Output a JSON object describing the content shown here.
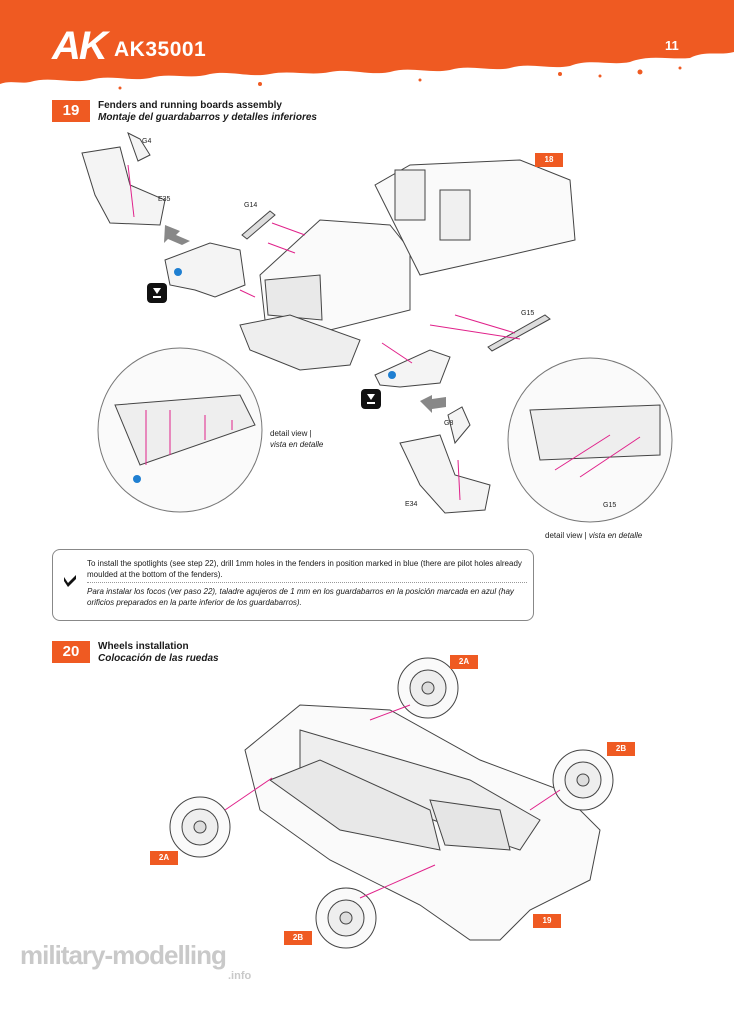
{
  "header": {
    "brand": "AK",
    "code": "AK35001",
    "page_number": "11",
    "accent_color": "#ef5a22"
  },
  "step19": {
    "number": "19",
    "title_en": "Fenders and running boards assembly",
    "title_es": "Montaje del guardabarros y detalles inferiores",
    "ref_badge": "18",
    "parts": {
      "g4": "G4",
      "e35": "E35",
      "g14": "G14",
      "g15": "G15",
      "g8": "G8",
      "e34": "E34",
      "g15_detail": "G15"
    },
    "detail_left_en": "detail view |",
    "detail_left_es": "vista en detalle",
    "detail_right_en": "detail view |",
    "detail_right_es": "vista en detalle"
  },
  "note": {
    "text_en": "To install the spotlights (see step 22), drill 1mm holes in the fenders in position marked in blue (there are pilot holes already moulded at the bottom of the fenders).",
    "text_es": "Para instalar los focos (ver paso 22), taladre agujeros de 1 mm en los guardabarros en la posición marcada en azul (hay orificios preparados en la parte inferior de los guardabarros)."
  },
  "step20": {
    "number": "20",
    "title_en": "Wheels installation",
    "title_es": "Colocación de las ruedas",
    "refs": {
      "top": "2A",
      "right": "2B",
      "left": "2A",
      "bottom": "2B",
      "chassis": "19"
    }
  },
  "watermark": {
    "main": "military-modelling",
    "sub": ".info"
  }
}
